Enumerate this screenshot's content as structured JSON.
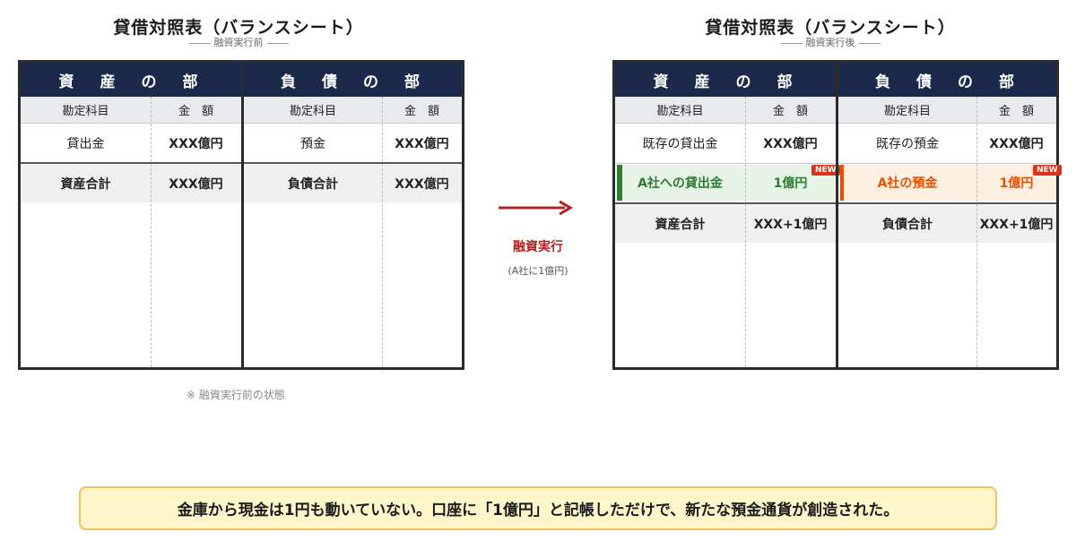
{
  "before": {
    "title": "貸借対照表（バランスシート）",
    "subtitle": "融資実行前",
    "assets_header": "資　産　の　部",
    "liabilities_header": "負　債　の　部",
    "col_account": "勘定科目",
    "col_amount": "金　額",
    "asset_rows": [
      {
        "account": "貸出金",
        "amount": "XXX億円"
      }
    ],
    "liability_rows": [
      {
        "account": "預金",
        "amount": "XXX億円"
      }
    ],
    "asset_total": {
      "label": "資産合計",
      "amount": "XXX億円"
    },
    "liability_total": {
      "label": "負債合計",
      "amount": "XXX億円"
    },
    "note": "※ 融資実行前の状態"
  },
  "after": {
    "title": "貸借対照表（バランスシート）",
    "subtitle": "融資実行後",
    "assets_header": "資　産　の　部",
    "liabilities_header": "負　債　の　部",
    "col_account": "勘定科目",
    "col_amount": "金　額",
    "asset_rows": [
      {
        "account": "既存の貸出金",
        "amount": "XXX億円"
      },
      {
        "account": "A社への貸出金",
        "amount": "1億円",
        "badge": "NEW"
      }
    ],
    "liability_rows": [
      {
        "account": "既存の預金",
        "amount": "XXX億円"
      },
      {
        "account": "A社の預金",
        "amount": "1億円",
        "badge": "NEW"
      }
    ],
    "asset_total": {
      "label": "資産合計",
      "amount": "XXX+1億円"
    },
    "liability_total": {
      "label": "負債合計",
      "amount": "XXX+1億円"
    }
  },
  "arrow": {
    "label": "融資実行",
    "sub": "(A社に1億円)"
  },
  "callout": "金庫から現金は1円も動いていない。口座に「1億円」と記帳しただけで、新たな預金通貨が創造された。",
  "colors": {
    "header_bg": "#1b2a4a",
    "asset_new": "#2e7d32",
    "liability_new": "#e65100",
    "arrow": "#b22222",
    "badge": "#d9311a"
  }
}
